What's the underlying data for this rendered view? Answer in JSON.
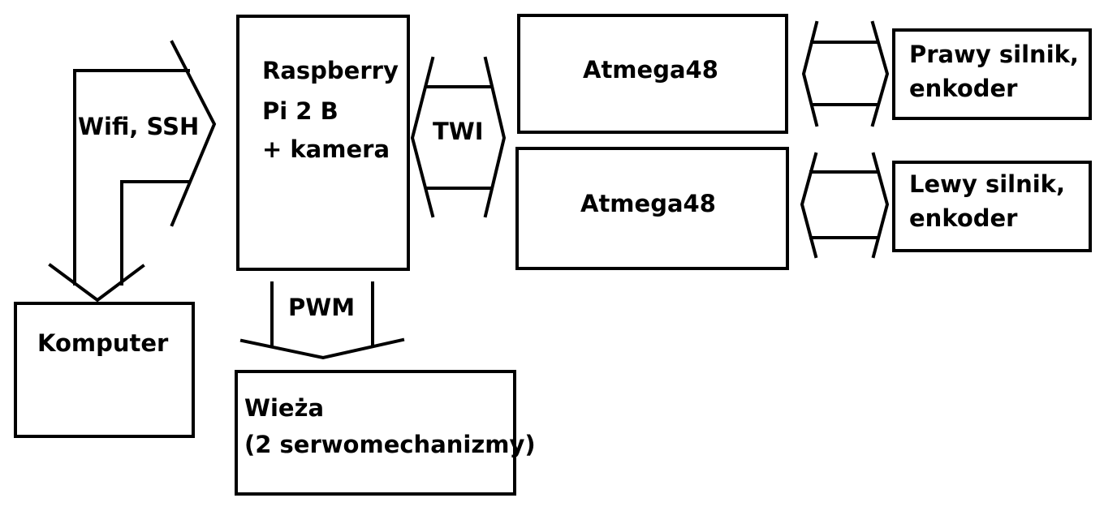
{
  "diagram": {
    "blocks": {
      "raspberry": {
        "line1": "Raspberry",
        "line2": "Pi 2 B",
        "line3": "+ kamera"
      },
      "atmega_top": {
        "label": "Atmega48"
      },
      "atmega_bottom": {
        "label": "Atmega48"
      },
      "right_motor": {
        "line1": "Prawy silnik,",
        "line2": "enkoder"
      },
      "left_motor": {
        "line1": "Lewy silnik,",
        "line2": "enkoder"
      },
      "computer": {
        "label": "Komputer"
      },
      "turret": {
        "line1": "Wieża",
        "line2": "(2 serwomechanizmy)"
      }
    },
    "links": {
      "wifi": {
        "label": "Wifi, SSH"
      },
      "twi": {
        "label": "TWI"
      },
      "pwm": {
        "label": "PWM"
      }
    }
  }
}
